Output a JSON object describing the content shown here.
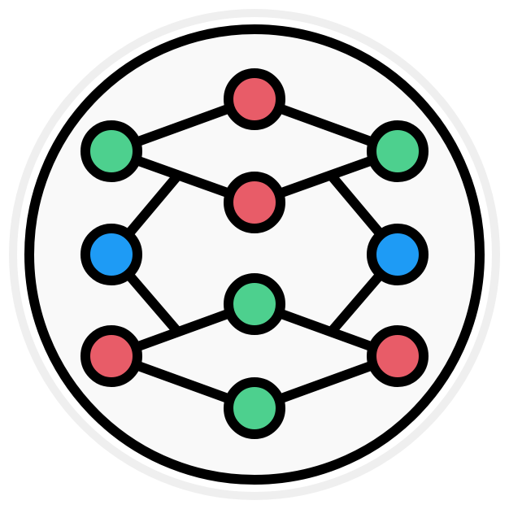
{
  "icon": {
    "name": "network-structure-icon",
    "style": "filled-outline-sticker"
  },
  "colors": {
    "background": "#ffffff",
    "sticker_border": "#efefef",
    "badge_fill": "#f9f9f9",
    "stroke": "#000000",
    "node_red": "#e85c68",
    "node_green": "#4dd08e",
    "node_blue": "#1e9bf5"
  },
  "nodes": [
    {
      "id": "top-center",
      "color": "red"
    },
    {
      "id": "upper-left",
      "color": "green"
    },
    {
      "id": "upper-right",
      "color": "green"
    },
    {
      "id": "middle-top-center",
      "color": "red"
    },
    {
      "id": "middle-left",
      "color": "blue"
    },
    {
      "id": "middle-right",
      "color": "blue"
    },
    {
      "id": "middle-bottom-center",
      "color": "green"
    },
    {
      "id": "lower-left",
      "color": "red"
    },
    {
      "id": "lower-right",
      "color": "red"
    },
    {
      "id": "bottom-center",
      "color": "green"
    }
  ],
  "edges": [
    [
      "upper-left",
      "top-center"
    ],
    [
      "top-center",
      "upper-right"
    ],
    [
      "upper-left",
      "middle-top-center"
    ],
    [
      "middle-top-center",
      "upper-right"
    ],
    [
      "middle-left",
      "upper-left-branch"
    ],
    [
      "middle-right",
      "upper-right-branch"
    ],
    [
      "middle-left",
      "lower-left-branch"
    ],
    [
      "middle-right",
      "lower-right-branch"
    ],
    [
      "lower-left",
      "middle-bottom-center"
    ],
    [
      "middle-bottom-center",
      "lower-right"
    ],
    [
      "lower-left",
      "bottom-center"
    ],
    [
      "bottom-center",
      "lower-right"
    ]
  ]
}
